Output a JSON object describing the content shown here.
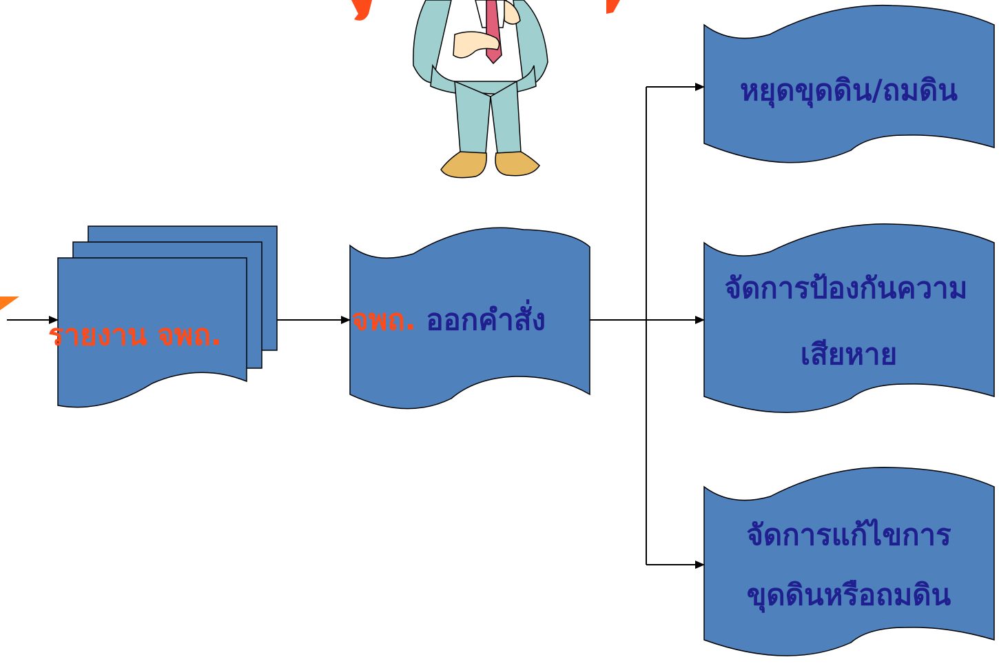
{
  "diagram": {
    "colors": {
      "shape_fill": "#4f81bd",
      "shape_stroke": "#000000",
      "orange_text": "#ff4a1a",
      "navy_text": "#1f1f8f",
      "arrow": "#000000"
    },
    "report_box": {
      "label": "รายงาน จพถ."
    },
    "order_box": {
      "label_part1": "จพถ.",
      "label_part2": "ออกคำสั่ง"
    },
    "outcomes": [
      {
        "lines": [
          "หยุดขุดดิน/ถมดิน"
        ]
      },
      {
        "lines": [
          "จัดการป้องกันความ",
          "เสียหาย"
        ]
      },
      {
        "lines": [
          "จัดการแก้ไขการ",
          "ขุดดินหรือถมดิน"
        ]
      }
    ],
    "figure": {
      "icon": "businessman-clipart"
    }
  }
}
